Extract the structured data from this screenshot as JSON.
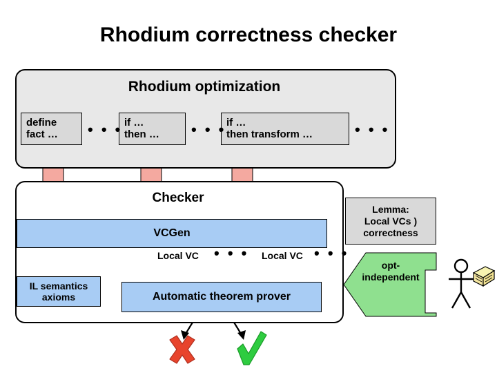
{
  "title": "Rhodium correctness checker",
  "optimization": {
    "panel_title": "Rhodium optimization",
    "boxes": [
      {
        "line1": "define",
        "line2": "fact …"
      },
      {
        "line1": "if  …",
        "line2": "then  …"
      },
      {
        "line1": "if  …",
        "line2": "then transform …"
      }
    ],
    "ellipsis": "• • •"
  },
  "checker": {
    "panel_title": "Checker",
    "vcgen_label": "VCGen",
    "local_vc_label_1": "Local VC",
    "local_vc_label_2": "Local VC",
    "local_vc_dots": "• • •",
    "il_semantics_line1": "IL semantics",
    "il_semantics_line2": "axioms",
    "prover_label": "Automatic theorem prover"
  },
  "lemma": {
    "line1": "Lemma:",
    "line2": "Local VCs )",
    "line3": "correctness",
    "arrow_line1": "opt-",
    "arrow_line2": "independent"
  },
  "results": {
    "fail_icon": "cross-mark",
    "pass_icon": "check-mark"
  },
  "figure": {
    "person_icon": "stick-figure",
    "book_icon": "book"
  },
  "colors": {
    "panel_bg": "#e8e8e8",
    "box_bg": "#d9d9d9",
    "blue_box": "#a8ccf4",
    "arrow_pink": "#f4a9a0",
    "arrow_green": "#8fe08f",
    "cross_red": "#e8442c",
    "check_green": "#2ecc40",
    "outline": "#000000"
  }
}
